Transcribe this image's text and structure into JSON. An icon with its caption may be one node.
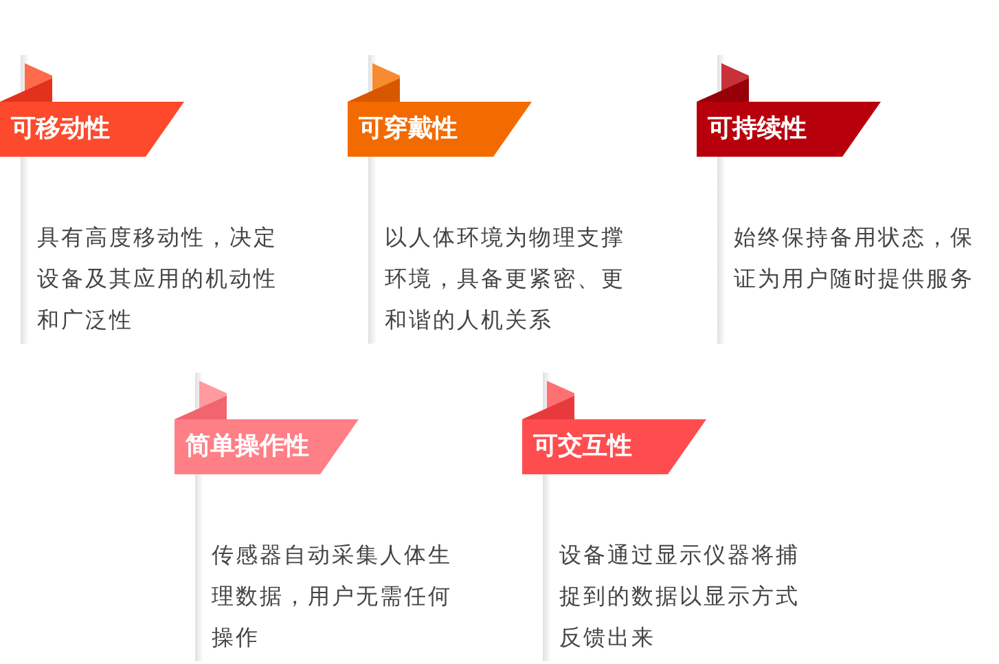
{
  "diagram": {
    "nodes": [
      {
        "text": [
          "可移动性",
          "具有高度移动性，决定设备及其应用的机动性和广泛性"
        ]
      },
      {
        "text": [
          "可穿戴性",
          "以人体环境为物理支撑环境，具备更紧密、更和谐的人机关系"
        ]
      },
      {
        "text": [
          "可持续性",
          "始终保持备用状态，保证为用户随时提供服务"
        ]
      },
      {
        "text": [
          "简单操作性",
          "传感器自动采集人体生理数据，用户无需任何操作"
        ]
      },
      {
        "text": [
          "可交互性",
          "设备通过显示仪器将捕捉到的数据以显示方式反馈出来"
        ]
      }
    ]
  }
}
